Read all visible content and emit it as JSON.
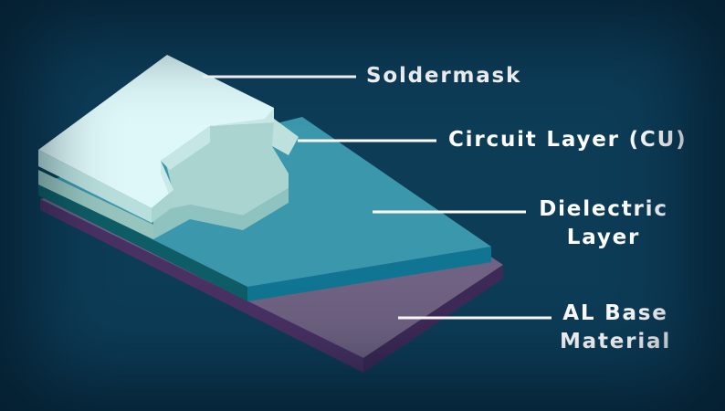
{
  "labels": {
    "soldermask": "Soldermask",
    "circuit_layer": "Circuit Layer (CU)",
    "dielectric_line1": "Dielectric",
    "dielectric_line2": "Layer",
    "base_line1": "AL Base",
    "base_line2": "Material"
  },
  "colors": {
    "background": "#0d3c57",
    "leader_line": "#ffffff",
    "soldermask_top": "#def8f9",
    "soldermask_side": "#b9dfdd",
    "circuit_top": "#a9d4d0",
    "circuit_side": "#8fc3bf",
    "circuit_edge": "#97c5be",
    "dielectric_top": "#3a97ac",
    "dielectric_side": "#107592",
    "dielectric_edge": "#0e5d66",
    "base_top": "#6f6282",
    "base_side": "#4a3164"
  }
}
